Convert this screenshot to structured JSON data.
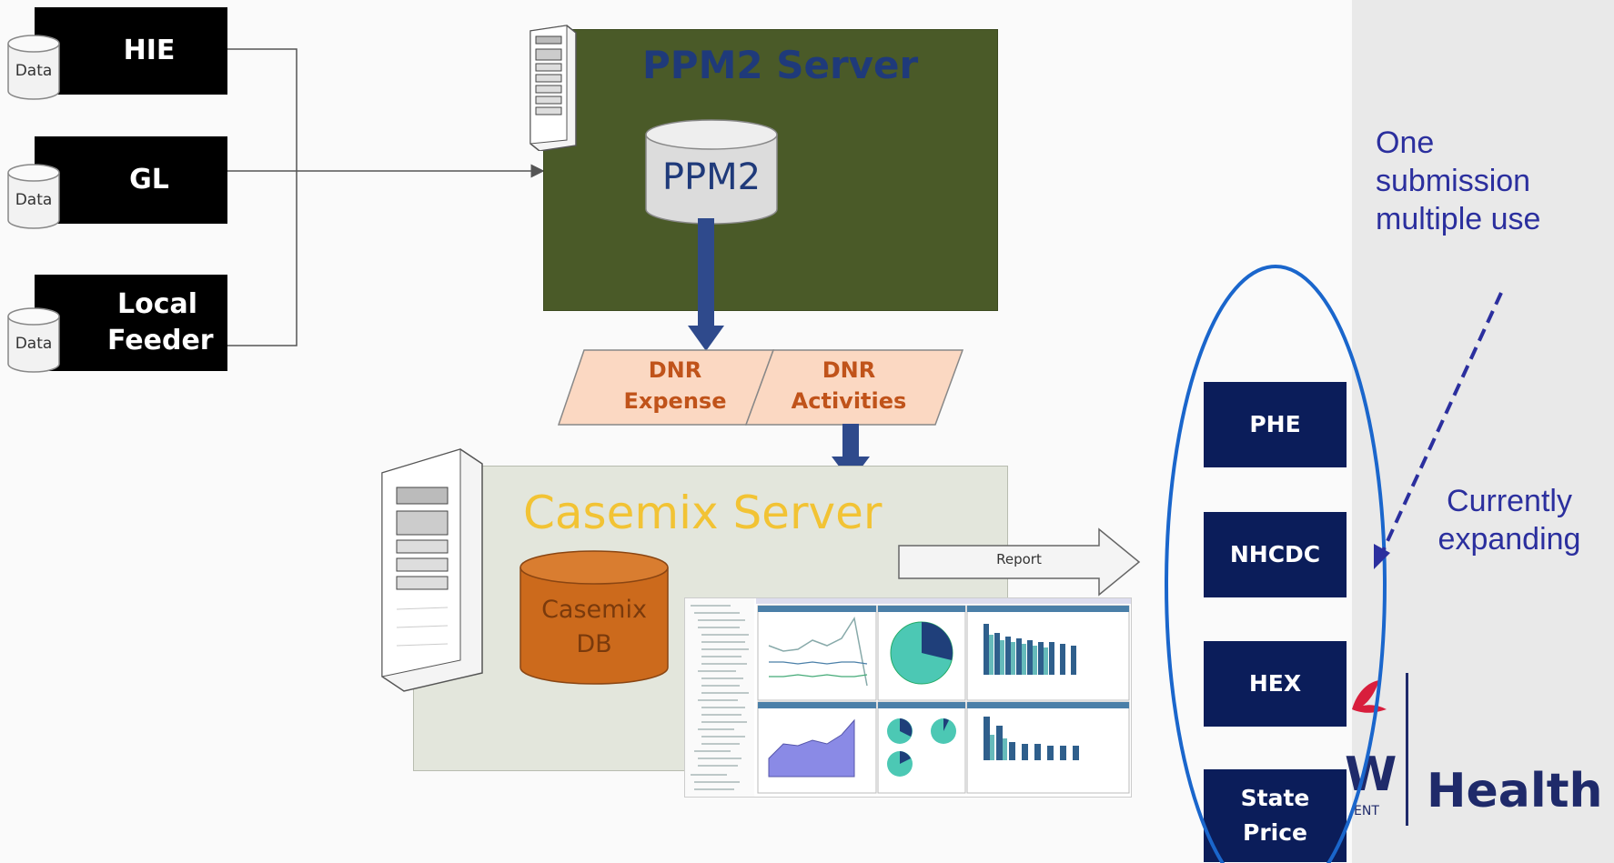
{
  "sources": {
    "hie": {
      "label": "HIE",
      "data_label": "Data"
    },
    "gl": {
      "label": "GL",
      "data_label": "Data"
    },
    "local_feeder": {
      "label": "Local Feeder",
      "data_label": "Data"
    }
  },
  "ppm2_server": {
    "title": "PPM2 Server",
    "db_label": "PPM2"
  },
  "dnr": {
    "expense": "DNR Expense",
    "activities": "DNR Activities"
  },
  "casemix_server": {
    "title": "Casemix Server",
    "db_label": "Casemix DB",
    "report_label": "Report"
  },
  "outputs": [
    "PHE",
    "NHCDC",
    "HEX",
    "State Price"
  ],
  "annotations": {
    "one_submission": "One submission multiple use",
    "currently_expanding": "Currently expanding"
  },
  "logo": {
    "health": "Health",
    "partial_w": "W",
    "partial_ent": "ENT"
  },
  "colors": {
    "ppm2_bg": "#4a5a28",
    "casemix_bg": "#e3e6dc",
    "nav_box": "#0b1d5a",
    "annotation_text": "#2b2f9e",
    "ellipse": "#1a66cc",
    "arrow": "#2f4a8c",
    "dnr_fill": "#fbd8c2",
    "db_orange": "#cc6a1c"
  }
}
